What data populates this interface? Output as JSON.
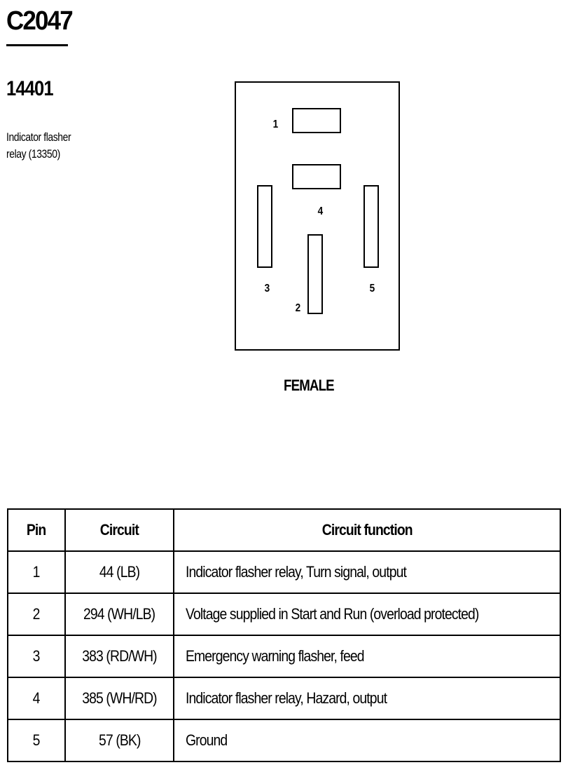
{
  "connector": {
    "id": "C2047",
    "part_number": "14401",
    "description": "Indicator flasher relay (13350)",
    "gender": "FEMALE"
  },
  "pin_labels": [
    "1",
    "2",
    "3",
    "4",
    "5"
  ],
  "table": {
    "headers": [
      "Pin",
      "Circuit",
      "Circuit function"
    ],
    "rows": [
      {
        "pin": "1",
        "circuit": "44 (LB)",
        "function": "Indicator flasher relay, Turn signal, output"
      },
      {
        "pin": "2",
        "circuit": "294 (WH/LB)",
        "function": "Voltage supplied in Start and Run (overload protected)"
      },
      {
        "pin": "3",
        "circuit": "383 (RD/WH)",
        "function": "Emergency warning flasher, feed"
      },
      {
        "pin": "4",
        "circuit": "385 (WH/RD)",
        "function": "Indicator flasher relay, Hazard, output"
      },
      {
        "pin": "5",
        "circuit": "57 (BK)",
        "function": "Ground"
      }
    ]
  }
}
